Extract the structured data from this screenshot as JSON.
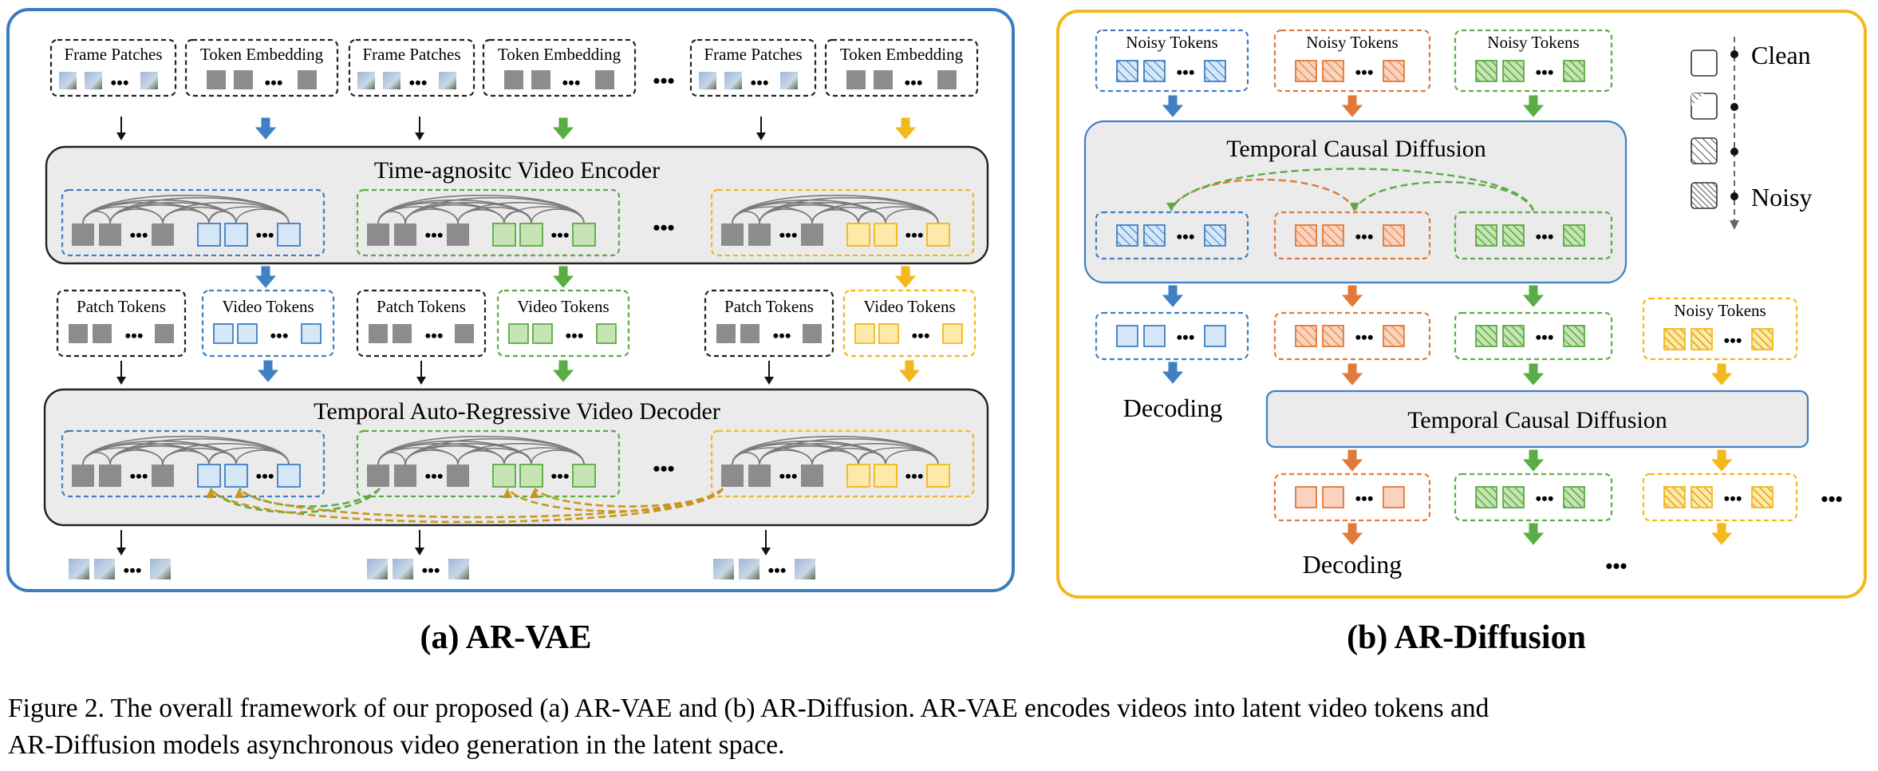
{
  "panel_a": {
    "title": "(a) AR-VAE",
    "encoder_label": "Time-agnositc Video Encoder",
    "decoder_label": "Temporal Auto-Regressive Video Decoder",
    "frame_patches_label": "Frame Patches",
    "token_embedding_label": "Token Embedding",
    "patch_tokens_label": "Patch Tokens",
    "video_tokens_label": "Video Tokens",
    "ellipsis": "•••"
  },
  "panel_b": {
    "title": "(b) AR-Diffusion",
    "noisy_tokens_label": "Noisy Tokens",
    "diffusion_label": "Temporal Causal Diffusion",
    "decoding_label": "Decoding",
    "legend_clean": "Clean",
    "legend_noisy": "Noisy",
    "ellipsis": "•••"
  },
  "caption": {
    "line1": "Figure 2. The overall framework of our proposed (a) AR-VAE and (b) AR-Diffusion. AR-VAE encodes videos into latent video tokens and",
    "line2": "AR-Diffusion models asynchronous video generation in the latent space."
  },
  "colors": {
    "panel_a_border": "#3a7dbf",
    "panel_b_border": "#f2b81c",
    "blue": "#3f7fc4",
    "blue_fill": "#d6e7f7",
    "green": "#5aac44",
    "green_fill": "#c6e4b4",
    "orange": "#e07a3a",
    "orange_fill": "#f9d3bd",
    "yellow": "#f2b81c",
    "yellow_fill": "#fdeaa8",
    "gray": "#8c8c8c",
    "module_fill": "#ebebeb"
  }
}
